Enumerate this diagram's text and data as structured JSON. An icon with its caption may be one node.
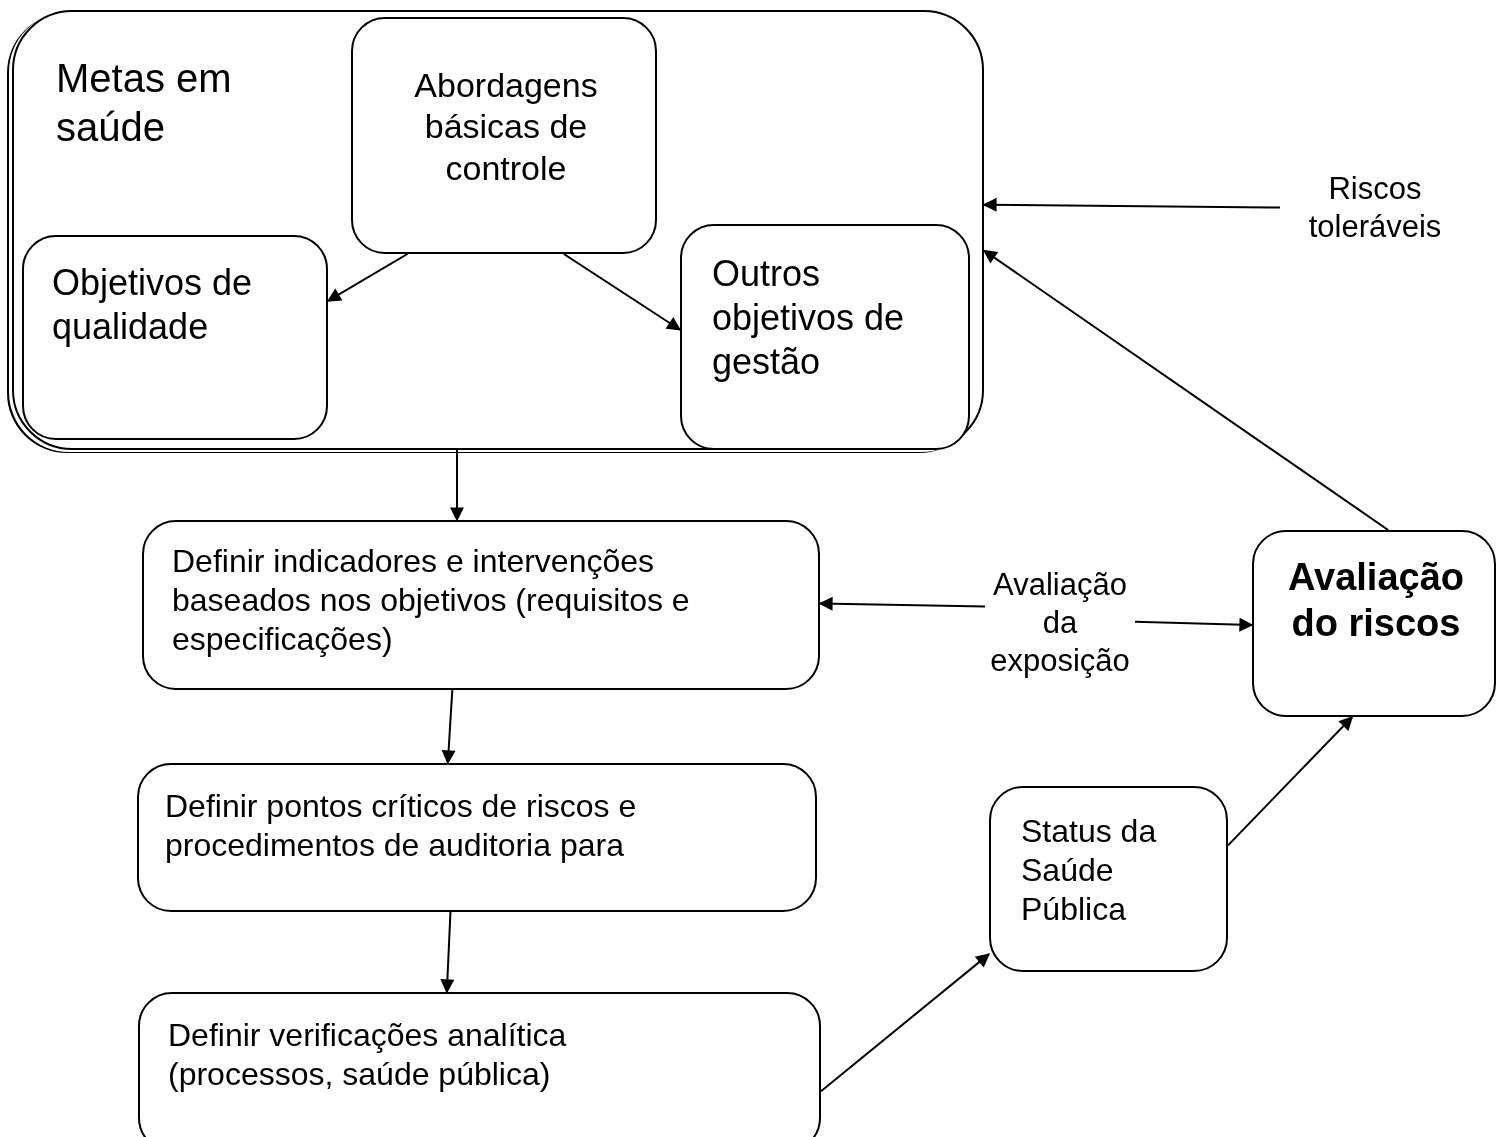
{
  "diagram": {
    "nodes": [
      {
        "text": [
          "Metas em saúde"
        ]
      },
      {
        "text": [
          "Abordagens básicas de controle"
        ],
        "in": 0
      },
      {
        "text": [
          "Objetivos de qualidade"
        ],
        "in": 0
      },
      {
        "text": [
          "Outros objetivos de gestão"
        ],
        "in": 0
      },
      {
        "text": [
          "Riscos toleráveis"
        ]
      },
      {
        "text": [
          "Definir indicadores e intervenções baseados nos objetivos (requisitos e especificações)"
        ]
      },
      {
        "text": [
          "Avaliação da exposição"
        ]
      },
      {
        "text": [
          "Avaliação do riscos"
        ]
      },
      {
        "text": [
          "Definir pontos críticos de riscos e procedimentos de auditoria para"
        ]
      },
      {
        "text": [
          "Status da Saúde Pública"
        ]
      },
      {
        "text": [
          "Definir verificações analítica (processos, saúde pública)"
        ]
      }
    ],
    "edges": [
      {
        "from": 1,
        "to": 2,
        "arrow": "to"
      },
      {
        "from": 1,
        "to": 3,
        "arrow": "to"
      },
      {
        "from": 4,
        "to": 0,
        "arrow": "to"
      },
      {
        "from": 7,
        "to": 0,
        "arrow": "to"
      },
      {
        "from": 0,
        "to": 5,
        "arrow": "to"
      },
      {
        "from": 6,
        "to": 5,
        "arrow": "to"
      },
      {
        "from": 6,
        "to": 7,
        "arrow": "to"
      },
      {
        "from": 5,
        "to": 8,
        "arrow": "to"
      },
      {
        "from": 8,
        "to": 10,
        "arrow": "to"
      },
      {
        "from": 10,
        "to": 9,
        "arrow": "to"
      },
      {
        "from": 9,
        "to": 7,
        "arrow": "to"
      }
    ]
  }
}
